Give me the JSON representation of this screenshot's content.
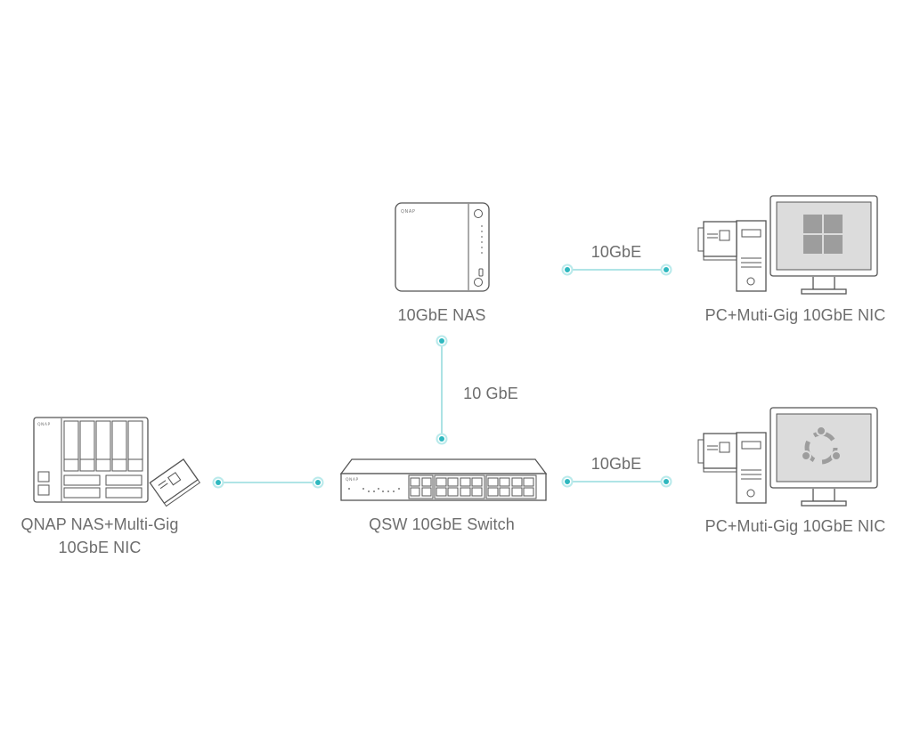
{
  "nodes": {
    "nas_top": {
      "label": "10GbE NAS",
      "brand": "QNAP"
    },
    "switch": {
      "label": "QSW 10GbE Switch",
      "brand": "QNAP"
    },
    "nas_left": {
      "label_line1": "QNAP NAS+Multi-Gig",
      "label_line2": "10GbE NIC",
      "brand": "QNAP"
    },
    "pc_windows": {
      "label": "PC+Muti-Gig 10GbE NIC",
      "os_icon": "windows-logo-icon"
    },
    "pc_ubuntu": {
      "label": "PC+Muti-Gig 10GbE NIC",
      "os_icon": "ubuntu-logo-icon"
    }
  },
  "links": {
    "nas_to_switch": {
      "label": "10 GbE"
    },
    "nas_to_pc_windows": {
      "label": "10GbE"
    },
    "switch_to_pc_ubuntu": {
      "label": "10GbE"
    },
    "nas_left_to_switch": {
      "label": ""
    }
  },
  "colors": {
    "link": "#7fd3d6",
    "dot": "#2fb8bf",
    "device_stroke": "#555555",
    "screen_fill": "#dcdcdc",
    "label_text": "#6d6d6d"
  }
}
